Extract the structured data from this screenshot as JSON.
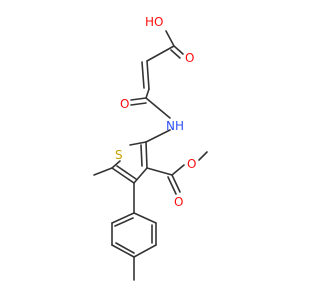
{
  "molecule": {
    "atom_labels": {
      "hydroxyl": "HO",
      "acid_carbonyl_o": "O",
      "amide_o": "O",
      "amide_n": "N",
      "amide_h": "H",
      "thiophene_s": "S",
      "ester_carbonyl_o": "O",
      "ester_o": "O"
    },
    "colors": {
      "bond": "#333333",
      "oxygen": "#ff0d0d",
      "nitrogen": "#3050f8",
      "sulfur": "#c8a000"
    }
  }
}
